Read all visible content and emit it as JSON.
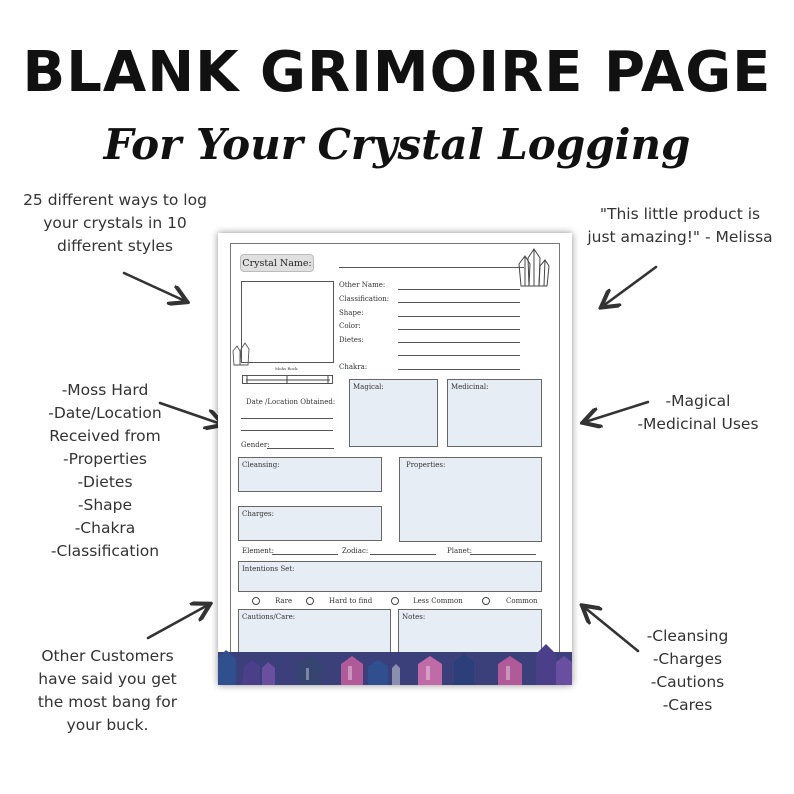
{
  "header": {
    "title": "BLANK GRIMOIRE PAGE",
    "subtitle": "For Your Crystal Logging"
  },
  "notes": {
    "top_left": [
      "25 different ways to log",
      "your crystals in 10",
      "different styles"
    ],
    "top_right": [
      "\"This little product is",
      "just amazing!\" - Melissa"
    ],
    "mid_left": [
      "-Moss Hard",
      "-Date/Location",
      "Received from",
      "-Properties",
      "-Dietes",
      "-Shape",
      "-Chakra",
      "-Classification"
    ],
    "mid_right": [
      "-Magical",
      "-Medicinal Uses"
    ],
    "bottom_left": [
      "Other Customers",
      "have said you get",
      "the most bang for",
      "your buck."
    ],
    "bottom_right": [
      "-Cleansing",
      "-Charges",
      "-Cautions",
      "-Cares"
    ]
  },
  "sheet": {
    "crystal_name": "Crystal Name:",
    "fields": [
      "Other Name:",
      "Classification:",
      "Shape:",
      "Color:",
      "Dietes:",
      "Chakra:"
    ],
    "mohs_label": "Mohs Rock",
    "date_location": "Date /Location Obtained:",
    "gender": "Gender:",
    "magical": "Magical:",
    "medicinal": "Medicinal:",
    "cleansing": "Cleansing:",
    "properties": "Properties:",
    "charges": "Charges:",
    "element": "Element:",
    "zodiac": "Zodiac:",
    "planet": "Planet:",
    "intentions": "Intentions Set:",
    "rarity": [
      "Rare",
      "Hard to find",
      "Less Common",
      "Common"
    ],
    "cautions": "Cautions/Care:",
    "notes": "Notes:"
  },
  "colors": {
    "box_fill": "#e6edf5",
    "crystal_purple": "#4b3f8a",
    "crystal_pink": "#b05a9a",
    "crystal_blue": "#2f4f8f"
  }
}
